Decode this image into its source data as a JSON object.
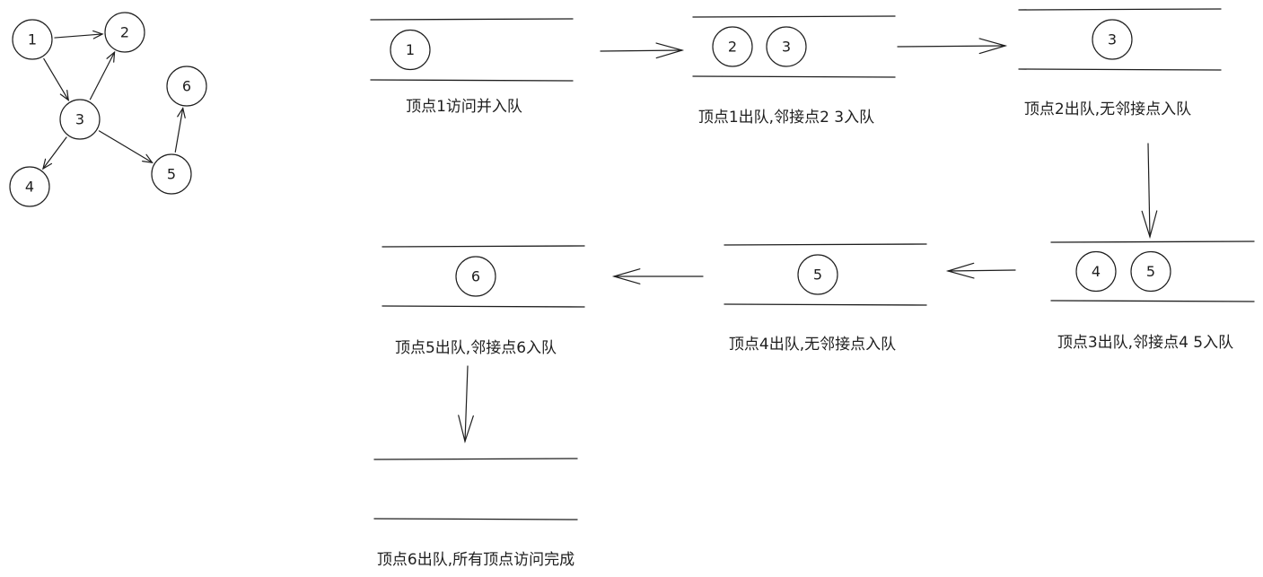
{
  "graph": {
    "nodes": [
      "1",
      "2",
      "3",
      "4",
      "5",
      "6"
    ],
    "edges": [
      [
        "1",
        "2"
      ],
      [
        "1",
        "3"
      ],
      [
        "3",
        "2"
      ],
      [
        "3",
        "4"
      ],
      [
        "3",
        "5"
      ],
      [
        "5",
        "6"
      ]
    ]
  },
  "steps": [
    {
      "queue": [
        "1"
      ],
      "caption": "顶点1访问并入队"
    },
    {
      "queue": [
        "2",
        "3"
      ],
      "caption": "顶点1出队,邻接点2  3入队"
    },
    {
      "queue": [
        "3"
      ],
      "caption": "顶点2出队,无邻接点入队"
    },
    {
      "queue": [
        "4",
        "5"
      ],
      "caption": "顶点3出队,邻接点4  5入队"
    },
    {
      "queue": [
        "5"
      ],
      "caption": "顶点4出队,无邻接点入队"
    },
    {
      "queue": [
        "6"
      ],
      "caption": "顶点5出队,邻接点6入队"
    },
    {
      "queue": [],
      "caption": "顶点6出队,所有顶点访问完成"
    }
  ],
  "colors": {
    "stroke": "#1e1e1e",
    "background": "#ffffff"
  }
}
